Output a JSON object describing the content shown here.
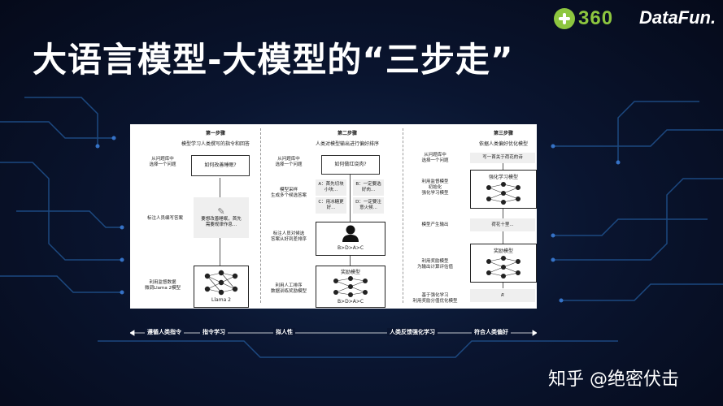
{
  "header": {
    "logo_360_text": "360",
    "logo_datafun_text": "DataFun.",
    "title": "大语言模型-大模型的“三步走”"
  },
  "step1": {
    "head": "第一步骤",
    "sub": "模型学习人类撰写的指令和回答",
    "select_label": "从问题库中\n选择一个问题",
    "question": "如何改善睡眠?",
    "annotate_label": "标注人员编写答案",
    "answer": "要想改善睡眠，首先\n需要规律作息...",
    "train_label": "利用监督数据\n微调Llama 2模型",
    "model_name": "Llama 2"
  },
  "step2": {
    "head": "第二步骤",
    "sub": "人类对模型输出进行偏好排序",
    "select_label": "从问题库中\n选择一个问题",
    "question": "如何做红烧肉?",
    "sample_label": "模型采样\n生成多个候选答案",
    "cand_a": "A：首先切块\n小块...",
    "cand_b": "B：一定要选\n好肉...",
    "cand_c": "C：用冰糖更\n好...",
    "cand_d": "D：一定要注\n意火候...",
    "rank_label": "标注人员对候选\n答案从好到差排序",
    "ranking": "B>D>A>C",
    "rm_label": "利用人工排序\n数据训练奖励模型",
    "rm_name": "奖励模型",
    "rm_ranking": "B>D>A>C"
  },
  "step3": {
    "head": "第三步骤",
    "sub": "依据人类偏好优化模型",
    "select_label": "从问题库中\n选择一个问题",
    "question": "写一首关于荷花的诗",
    "init_label": "利用监督模型\n初始化\n强化学习模型",
    "rl_name": "强化学习模型",
    "output_label": "模型产生输出",
    "output": "荷花十里...",
    "reward_label": "利用奖励模型\n为输出计算评估值",
    "rm_name": "奖励模型",
    "opt_label": "基于强化学习\n利用奖励分值优化模型",
    "reward_symbol": "R"
  },
  "bottom": {
    "a": "遵循人类指令",
    "b": "指令学习",
    "c": "拟人性",
    "d": "人类反馈强化学习",
    "e": "符合人类偏好"
  },
  "watermark": "知乎 @绝密伏击",
  "colors": {
    "background": "#0a1530",
    "logo_green": "#8dc63f",
    "circuit": "#1f4f8a"
  }
}
